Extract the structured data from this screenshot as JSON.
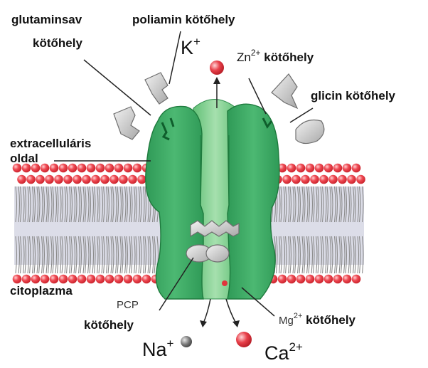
{
  "colors": {
    "lipid_head": "#e8404a",
    "lipid_head_highlight": "#ffb0b4",
    "lipid_tail": "#888888",
    "membrane_core": "#dcdde8",
    "subunit": "#3aa663",
    "subunit_dark": "#1d7a3f",
    "pore": "#7ccd8a",
    "ligand": "#c9c9c9",
    "ligand_stroke": "#7a7a7a",
    "ion_red": "#e0343c"
  },
  "labels": {
    "glutamate_line1": "glutaminsav",
    "glutamate_line2": "kötőhely",
    "polyamine": "poliamin kötőhely",
    "potassium": "K",
    "potassium_charge": "+",
    "zinc": "Zn",
    "zinc_charge": "2+",
    "zinc_site": " kötőhely",
    "glycine": "glicin kötőhely",
    "extracellular_line1": "extracelluláris",
    "extracellular_line2": "oldal",
    "cytoplasm": "citoplazma",
    "pcp": "PCP",
    "pcp_site": "kötőhely",
    "magnesium": "Mg",
    "magnesium_charge": "2+",
    "magnesium_site": " kötőhely",
    "sodium": "Na",
    "sodium_charge": "+",
    "calcium": "Ca",
    "calcium_charge": "2+"
  }
}
